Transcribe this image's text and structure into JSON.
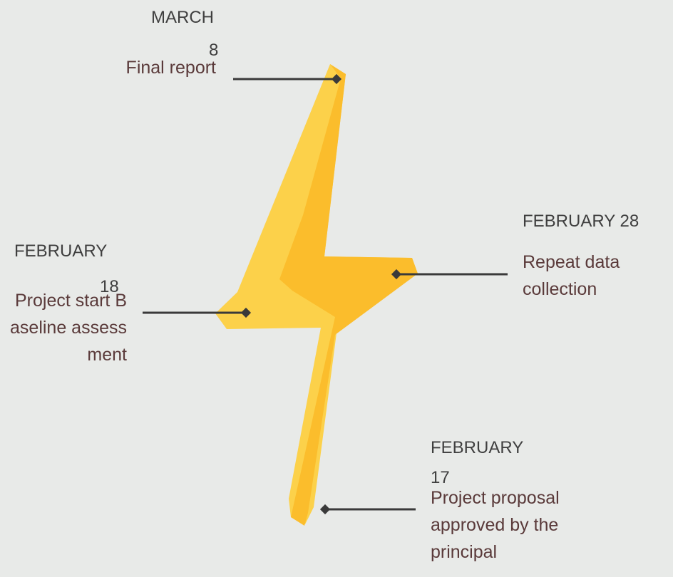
{
  "milestones": [
    {
      "date_line1": "MARCH",
      "date_line2": "8",
      "description": "Final report"
    },
    {
      "date_line1": "FEBRUARY 28",
      "date_line2": "",
      "description": "Repeat data collection"
    },
    {
      "date_line1": "FEBRUARY",
      "date_line2": "18",
      "description": "Project start Baseline assessment"
    },
    {
      "date_line1": "FEBRUARY",
      "date_line2": "17",
      "description": "Project proposal approved by the principal"
    }
  ],
  "colors": {
    "background": "#e8eae8",
    "bolt_light": "#fcd14a",
    "bolt_dark": "#fbbd2c",
    "connector": "#3a3a3a",
    "date_text": "#3f3f3f",
    "description_text": "#5a3a3a"
  },
  "icon": "lightning-bolt-icon"
}
